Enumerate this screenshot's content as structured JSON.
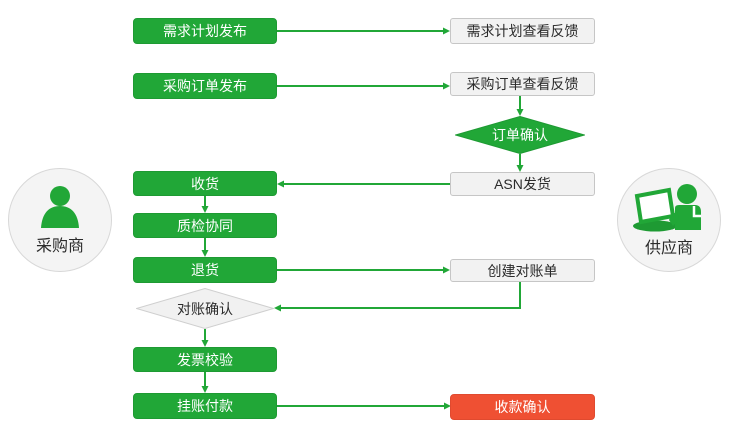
{
  "actors": {
    "buyer": {
      "label": "采购商",
      "icon": "person-icon"
    },
    "supplier": {
      "label": "供应商",
      "icon": "person-laptop-icon"
    }
  },
  "nodes": {
    "demand_plan_publish": "需求计划发布",
    "demand_plan_feedback": "需求计划查看反馈",
    "po_publish": "采购订单发布",
    "po_feedback": "采购订单查看反馈",
    "order_confirm": "订单确认",
    "asn_ship": "ASN发货",
    "receive_goods": "收货",
    "quality_check": "质检协同",
    "return_goods": "退货",
    "create_statement": "创建对账单",
    "statement_confirm": "对账确认",
    "invoice_verify": "发票校验",
    "booked_payment": "挂账付款",
    "payment_confirm": "收款确认"
  },
  "edges": [
    {
      "from": "demand_plan_publish",
      "to": "demand_plan_feedback"
    },
    {
      "from": "po_publish",
      "to": "po_feedback"
    },
    {
      "from": "po_feedback",
      "to": "order_confirm"
    },
    {
      "from": "order_confirm",
      "to": "asn_ship"
    },
    {
      "from": "asn_ship",
      "to": "receive_goods"
    },
    {
      "from": "receive_goods",
      "to": "quality_check"
    },
    {
      "from": "quality_check",
      "to": "return_goods"
    },
    {
      "from": "return_goods",
      "to": "create_statement"
    },
    {
      "from": "create_statement",
      "to": "statement_confirm"
    },
    {
      "from": "statement_confirm",
      "to": "invoice_verify"
    },
    {
      "from": "invoice_verify",
      "to": "booked_payment"
    },
    {
      "from": "booked_payment",
      "to": "payment_confirm"
    }
  ],
  "colors": {
    "green": "#21A737",
    "red": "#EF5033",
    "plain_bg": "#F2F2F2",
    "plain_border": "#C6C6C6",
    "text_dark": "#2B2B2B",
    "text_light": "#FFFFFF"
  }
}
